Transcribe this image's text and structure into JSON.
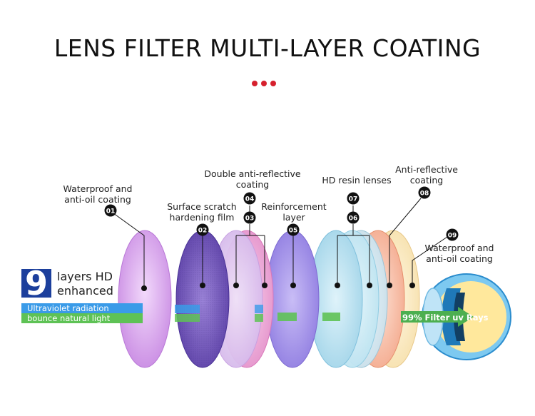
{
  "title": "LENS FILTER MULTI-LAYER COATING",
  "layers_badge": {
    "number": "9",
    "line1": "layers HD",
    "line2": "enhanced"
  },
  "bars": {
    "uv": "Ultraviolet radiation",
    "natural": "bounce natural light",
    "filter": "99% Filter uv Rays"
  },
  "labels": [
    {
      "num": "01",
      "lines": [
        "Waterproof and",
        "anti-oil coating"
      ]
    },
    {
      "num": "02",
      "lines": [
        "Surface scratch",
        "hardening film"
      ]
    },
    {
      "num": "03",
      "lines": []
    },
    {
      "num": "04",
      "lines": [
        "Double anti-reflective",
        "coating"
      ]
    },
    {
      "num": "05",
      "lines": [
        "Reinforcement",
        "layer"
      ]
    },
    {
      "num": "06",
      "lines": []
    },
    {
      "num": "07",
      "lines": [
        "HD resin lenses"
      ]
    },
    {
      "num": "08",
      "lines": [
        "Anti-reflective",
        "coating"
      ]
    },
    {
      "num": "09",
      "lines": [
        "Waterproof and",
        "anti-oil coating"
      ]
    }
  ],
  "colors": {
    "title_dots": "#d6202d",
    "badge_blue": "#1c3f9c",
    "uv_bar": "#3a9be8",
    "natural_bar": "#5ec255",
    "filter_arrow": "#4caf50"
  }
}
